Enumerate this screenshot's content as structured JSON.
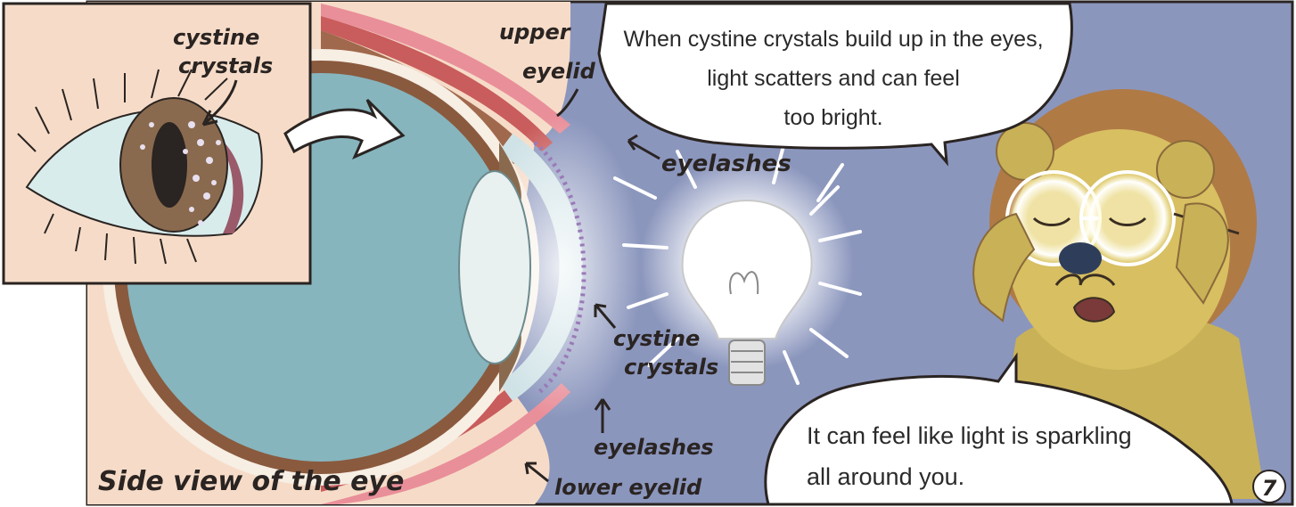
{
  "labels": {
    "inset_crystals_1": "cystine",
    "inset_crystals_2": "crystals",
    "upper_eyelid_1": "upper",
    "upper_eyelid_2": "eyelid",
    "eyelashes_top": "eyelashes",
    "cystine_1": "cystine",
    "cystine_2": "crystals",
    "eyelashes_bottom": "eyelashes",
    "lower_eyelid": "lower eyelid",
    "side_view": "Side view of the eye"
  },
  "bubble_top": {
    "line1": "When cystine crystals build up in the eyes,",
    "line2": "light scatters and can feel",
    "line3": "too bright."
  },
  "bubble_bottom": {
    "line1": "It can feel like light is sparkling",
    "line2": "all around you."
  },
  "page_number": "7",
  "colors": {
    "background_blue": "#8b96bd",
    "skin": "#f6dcc8",
    "eyeball": "#86b5be",
    "iris": "#8a6a4e",
    "lion_mane": "#b07a45",
    "lion_face": "#c9b158"
  }
}
